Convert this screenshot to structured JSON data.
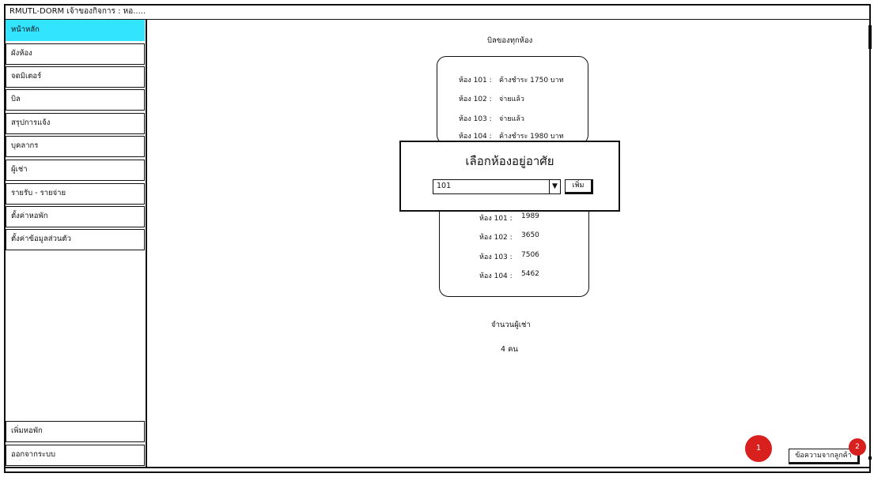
{
  "window": {
    "title": "RMUTL-DORM เจ้าของกิจการ : หอ....."
  },
  "sidebar": {
    "items": [
      {
        "label": "หน้าหลัก"
      },
      {
        "label": "ผังห้อง"
      },
      {
        "label": "จดมิเตอร์"
      },
      {
        "label": "บิล"
      },
      {
        "label": "สรุปการแจ้ง"
      },
      {
        "label": "บุคลากร"
      },
      {
        "label": "ผู้เช่า"
      },
      {
        "label": "รายรับ - รายจ่าย"
      },
      {
        "label": "ตั้งค่าหอพัก"
      },
      {
        "label": "ตั้งค่าข้อมูลส่วนตัว"
      }
    ],
    "bottom_items": [
      {
        "label": "เพิ่มหอพัก"
      },
      {
        "label": "ออกจากระบบ"
      }
    ]
  },
  "main": {
    "bills_title": "บิลของทุกห้อง",
    "bills": [
      {
        "room": "ห้อง 101 :",
        "status": "ค้างชำระ 1750 บาท"
      },
      {
        "room": "ห้อง 102 :",
        "status": "จ่ายแล้ว"
      },
      {
        "room": "ห้อง 103 :",
        "status": "จ่ายแล้ว"
      },
      {
        "room": "ห้อง 104 :",
        "status": "ค้างชำระ 1980 บาท"
      }
    ],
    "meters": [
      {
        "room": "ห้อง 101 :",
        "value": "1989"
      },
      {
        "room": "ห้อง 102 :",
        "value": "3650"
      },
      {
        "room": "ห้อง 103 :",
        "value": "7506"
      },
      {
        "room": "ห้อง 104 :",
        "value": "5462"
      }
    ],
    "tenants_label": "จำนวนผู้เช่า",
    "tenants_value": "4 คน"
  },
  "modal": {
    "title": "เลือกห้องอยู่อาศัย",
    "selected_room": "101",
    "add_label": "เพิ่ม"
  },
  "footer": {
    "badge_1": "1",
    "badge_2": "2",
    "message_button": "ข้อความจากลูกค้า"
  },
  "colors": {
    "active_nav": "#33e4ff",
    "badge": "#d8201e"
  }
}
